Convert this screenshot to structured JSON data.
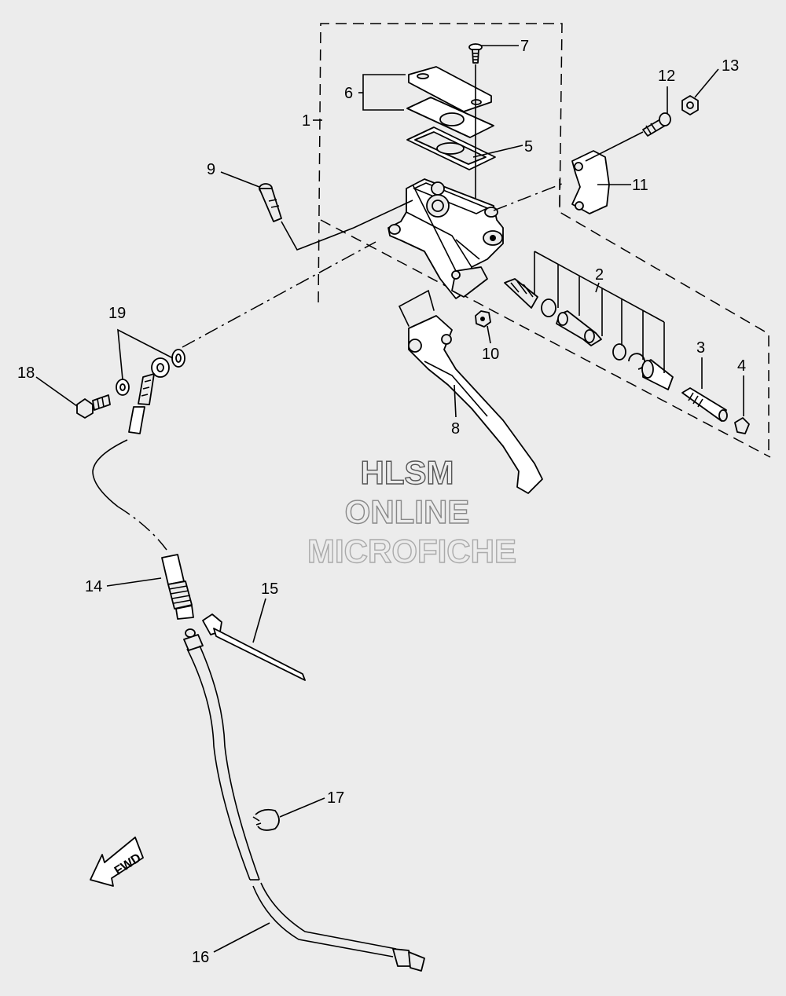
{
  "callouts": [
    {
      "id": "1",
      "text": "1"
    },
    {
      "id": "2",
      "text": "2"
    },
    {
      "id": "3",
      "text": "3"
    },
    {
      "id": "4",
      "text": "4"
    },
    {
      "id": "5",
      "text": "5"
    },
    {
      "id": "6",
      "text": "6"
    },
    {
      "id": "7",
      "text": "7"
    },
    {
      "id": "8",
      "text": "8"
    },
    {
      "id": "9",
      "text": "9"
    },
    {
      "id": "10",
      "text": "10"
    },
    {
      "id": "11",
      "text": "11"
    },
    {
      "id": "12",
      "text": "12"
    },
    {
      "id": "13",
      "text": "13"
    },
    {
      "id": "14",
      "text": "14"
    },
    {
      "id": "15",
      "text": "15"
    },
    {
      "id": "16",
      "text": "16"
    },
    {
      "id": "17",
      "text": "17"
    },
    {
      "id": "18",
      "text": "18"
    },
    {
      "id": "19",
      "text": "19"
    }
  ],
  "watermark": {
    "line1": "HLSM",
    "line2": "ONLINE",
    "line3": "MICROFICHE",
    "color1": "#555555",
    "color2": "#888888",
    "color3": "#aaaaaa"
  },
  "direction_arrow": {
    "label": "FWD",
    "icon": "fwd-arrow-icon"
  }
}
